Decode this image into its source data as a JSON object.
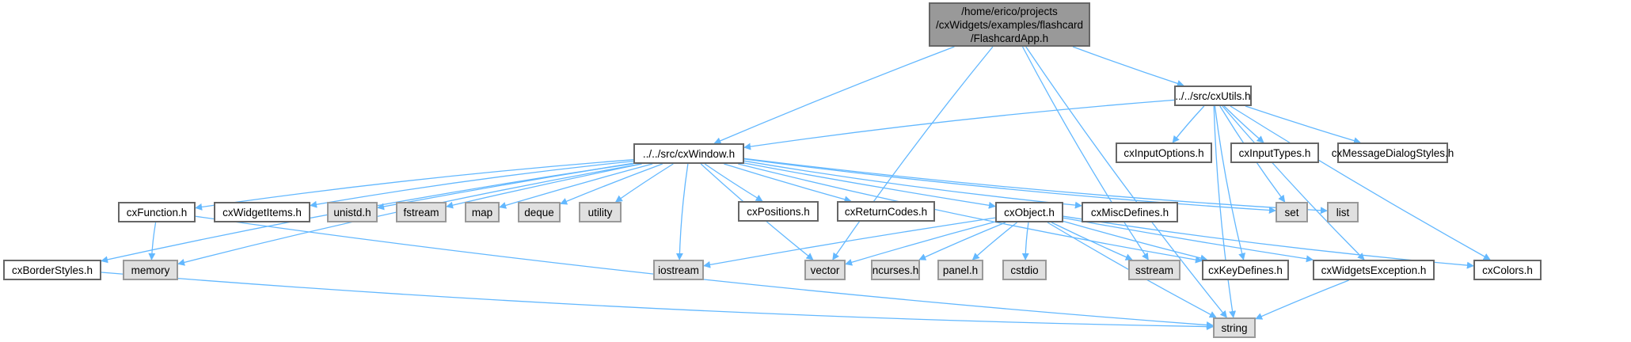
{
  "diagram": {
    "type": "include-dependency-graph",
    "colors": {
      "edge": "#63b8ff",
      "root_fill": "#999999",
      "local_fill": "#ffffff",
      "system_fill": "#e0e0e0",
      "border": "#666666"
    },
    "root": {
      "id": "flashcardapp",
      "lines": [
        "/home/erico/projects",
        "/cxWidgets/examples/flashcard",
        "/FlashcardApp.h"
      ]
    },
    "nodes": [
      {
        "id": "cxwindow",
        "label": "../../src/cxWindow.h",
        "kind": "local"
      },
      {
        "id": "cxutils",
        "label": "../../src/cxUtils.h",
        "kind": "local"
      },
      {
        "id": "cxinputoptions",
        "label": "cxInputOptions.h",
        "kind": "local"
      },
      {
        "id": "cxinputtypes",
        "label": "cxInputTypes.h",
        "kind": "local"
      },
      {
        "id": "cxmessagedialogstyles",
        "label": "cxMessageDialogStyles.h",
        "kind": "local"
      },
      {
        "id": "cxfunction",
        "label": "cxFunction.h",
        "kind": "local"
      },
      {
        "id": "cxwidgetitems",
        "label": "cxWidgetItems.h",
        "kind": "local"
      },
      {
        "id": "unistd",
        "label": "unistd.h",
        "kind": "system"
      },
      {
        "id": "fstream",
        "label": "fstream",
        "kind": "system"
      },
      {
        "id": "map",
        "label": "map",
        "kind": "system"
      },
      {
        "id": "deque",
        "label": "deque",
        "kind": "system"
      },
      {
        "id": "utility",
        "label": "utility",
        "kind": "system"
      },
      {
        "id": "cxpositions",
        "label": "cxPositions.h",
        "kind": "local"
      },
      {
        "id": "cxreturncodes",
        "label": "cxReturnCodes.h",
        "kind": "local"
      },
      {
        "id": "cxobject",
        "label": "cxObject.h",
        "kind": "local"
      },
      {
        "id": "cxmiscdefines",
        "label": "cxMiscDefines.h",
        "kind": "local"
      },
      {
        "id": "set",
        "label": "set",
        "kind": "system"
      },
      {
        "id": "list",
        "label": "list",
        "kind": "system"
      },
      {
        "id": "cxborderstyles",
        "label": "cxBorderStyles.h",
        "kind": "local"
      },
      {
        "id": "memory",
        "label": "memory",
        "kind": "system"
      },
      {
        "id": "iostream",
        "label": "iostream",
        "kind": "system"
      },
      {
        "id": "vector",
        "label": "vector",
        "kind": "system"
      },
      {
        "id": "ncurses",
        "label": "ncurses.h",
        "kind": "system"
      },
      {
        "id": "panel",
        "label": "panel.h",
        "kind": "system"
      },
      {
        "id": "cstdio",
        "label": "cstdio",
        "kind": "system"
      },
      {
        "id": "sstream",
        "label": "sstream",
        "kind": "system"
      },
      {
        "id": "cxkeydefines",
        "label": "cxKeyDefines.h",
        "kind": "local"
      },
      {
        "id": "cxwidgetsexception",
        "label": "cxWidgetsException.h",
        "kind": "local"
      },
      {
        "id": "cxcolors",
        "label": "cxColors.h",
        "kind": "local"
      },
      {
        "id": "string",
        "label": "string",
        "kind": "system"
      }
    ],
    "edges": [
      [
        "flashcardapp",
        "cxwindow"
      ],
      [
        "flashcardapp",
        "cxutils"
      ],
      [
        "flashcardapp",
        "vector"
      ],
      [
        "flashcardapp",
        "sstream"
      ],
      [
        "flashcardapp",
        "string"
      ],
      [
        "cxutils",
        "cxwindow"
      ],
      [
        "cxutils",
        "cxinputoptions"
      ],
      [
        "cxutils",
        "cxinputtypes"
      ],
      [
        "cxutils",
        "cxmessagedialogstyles"
      ],
      [
        "cxutils",
        "set"
      ],
      [
        "cxutils",
        "cxkeydefines"
      ],
      [
        "cxutils",
        "cxwidgetsexception"
      ],
      [
        "cxutils",
        "cxcolors"
      ],
      [
        "cxutils",
        "string"
      ],
      [
        "cxwindow",
        "cxfunction"
      ],
      [
        "cxwindow",
        "cxwidgetitems"
      ],
      [
        "cxwindow",
        "unistd"
      ],
      [
        "cxwindow",
        "fstream"
      ],
      [
        "cxwindow",
        "map"
      ],
      [
        "cxwindow",
        "deque"
      ],
      [
        "cxwindow",
        "utility"
      ],
      [
        "cxwindow",
        "cxpositions"
      ],
      [
        "cxwindow",
        "cxreturncodes"
      ],
      [
        "cxwindow",
        "cxobject"
      ],
      [
        "cxwindow",
        "cxmiscdefines"
      ],
      [
        "cxwindow",
        "set"
      ],
      [
        "cxwindow",
        "list"
      ],
      [
        "cxwindow",
        "cxborderstyles"
      ],
      [
        "cxwindow",
        "memory"
      ],
      [
        "cxwindow",
        "iostream"
      ],
      [
        "cxwindow",
        "vector"
      ],
      [
        "cxwindow",
        "cxkeydefines"
      ],
      [
        "cxfunction",
        "memory"
      ],
      [
        "cxfunction",
        "string"
      ],
      [
        "cxborderstyles",
        "string"
      ],
      [
        "cxobject",
        "iostream"
      ],
      [
        "cxobject",
        "vector"
      ],
      [
        "cxobject",
        "ncurses"
      ],
      [
        "cxobject",
        "panel"
      ],
      [
        "cxobject",
        "cstdio"
      ],
      [
        "cxobject",
        "sstream"
      ],
      [
        "cxobject",
        "cxkeydefines"
      ],
      [
        "cxobject",
        "cxwidgetsexception"
      ],
      [
        "cxobject",
        "cxcolors"
      ],
      [
        "cxobject",
        "string"
      ],
      [
        "cxwidgetsexception",
        "string"
      ]
    ]
  }
}
